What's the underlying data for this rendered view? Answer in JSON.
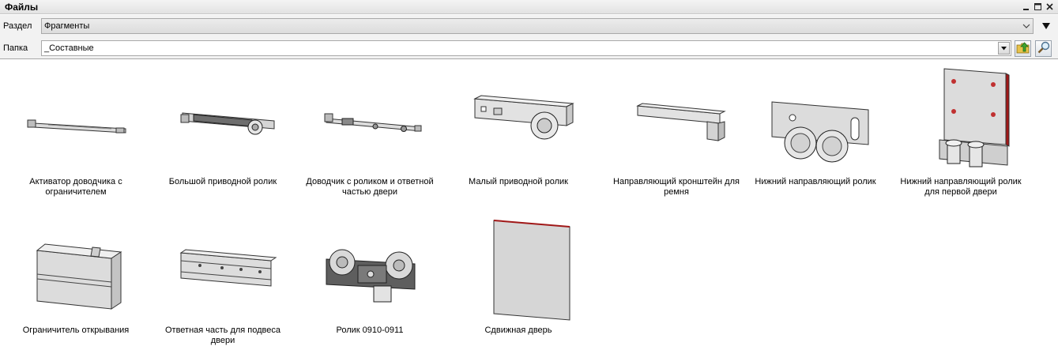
{
  "window": {
    "title": "Файлы"
  },
  "section": {
    "label": "Раздел",
    "value": "Фрагменты"
  },
  "folder": {
    "label": "Папка",
    "value": "_Составные"
  },
  "items": [
    {
      "label": "Активатор доводчика с ограничителем",
      "icon": "door-closer-activator-icon"
    },
    {
      "label": "Большой приводной ролик",
      "icon": "large-drive-roller-icon"
    },
    {
      "label": "Доводчик с роликом и ответной частью двери",
      "icon": "closer-with-roller-icon"
    },
    {
      "label": "Малый приводной ролик",
      "icon": "small-drive-roller-icon"
    },
    {
      "label": "Направляющий кронштейн для ремня",
      "icon": "belt-guide-bracket-icon"
    },
    {
      "label": "Нижний направляющий ролик",
      "icon": "bottom-guide-roller-icon"
    },
    {
      "label": "Нижний направляющий ролик для первой двери",
      "icon": "bottom-guide-roller-first-door-icon"
    },
    {
      "label": "Ограничитель открывания",
      "icon": "opening-limiter-icon"
    },
    {
      "label": "Ответная часть для подвеса двери",
      "icon": "door-hanger-counterpart-icon"
    },
    {
      "label": "Ролик 0910-0911",
      "icon": "roller-0910-0911-icon"
    },
    {
      "label": "Сдвижная дверь",
      "icon": "sliding-door-icon"
    }
  ]
}
